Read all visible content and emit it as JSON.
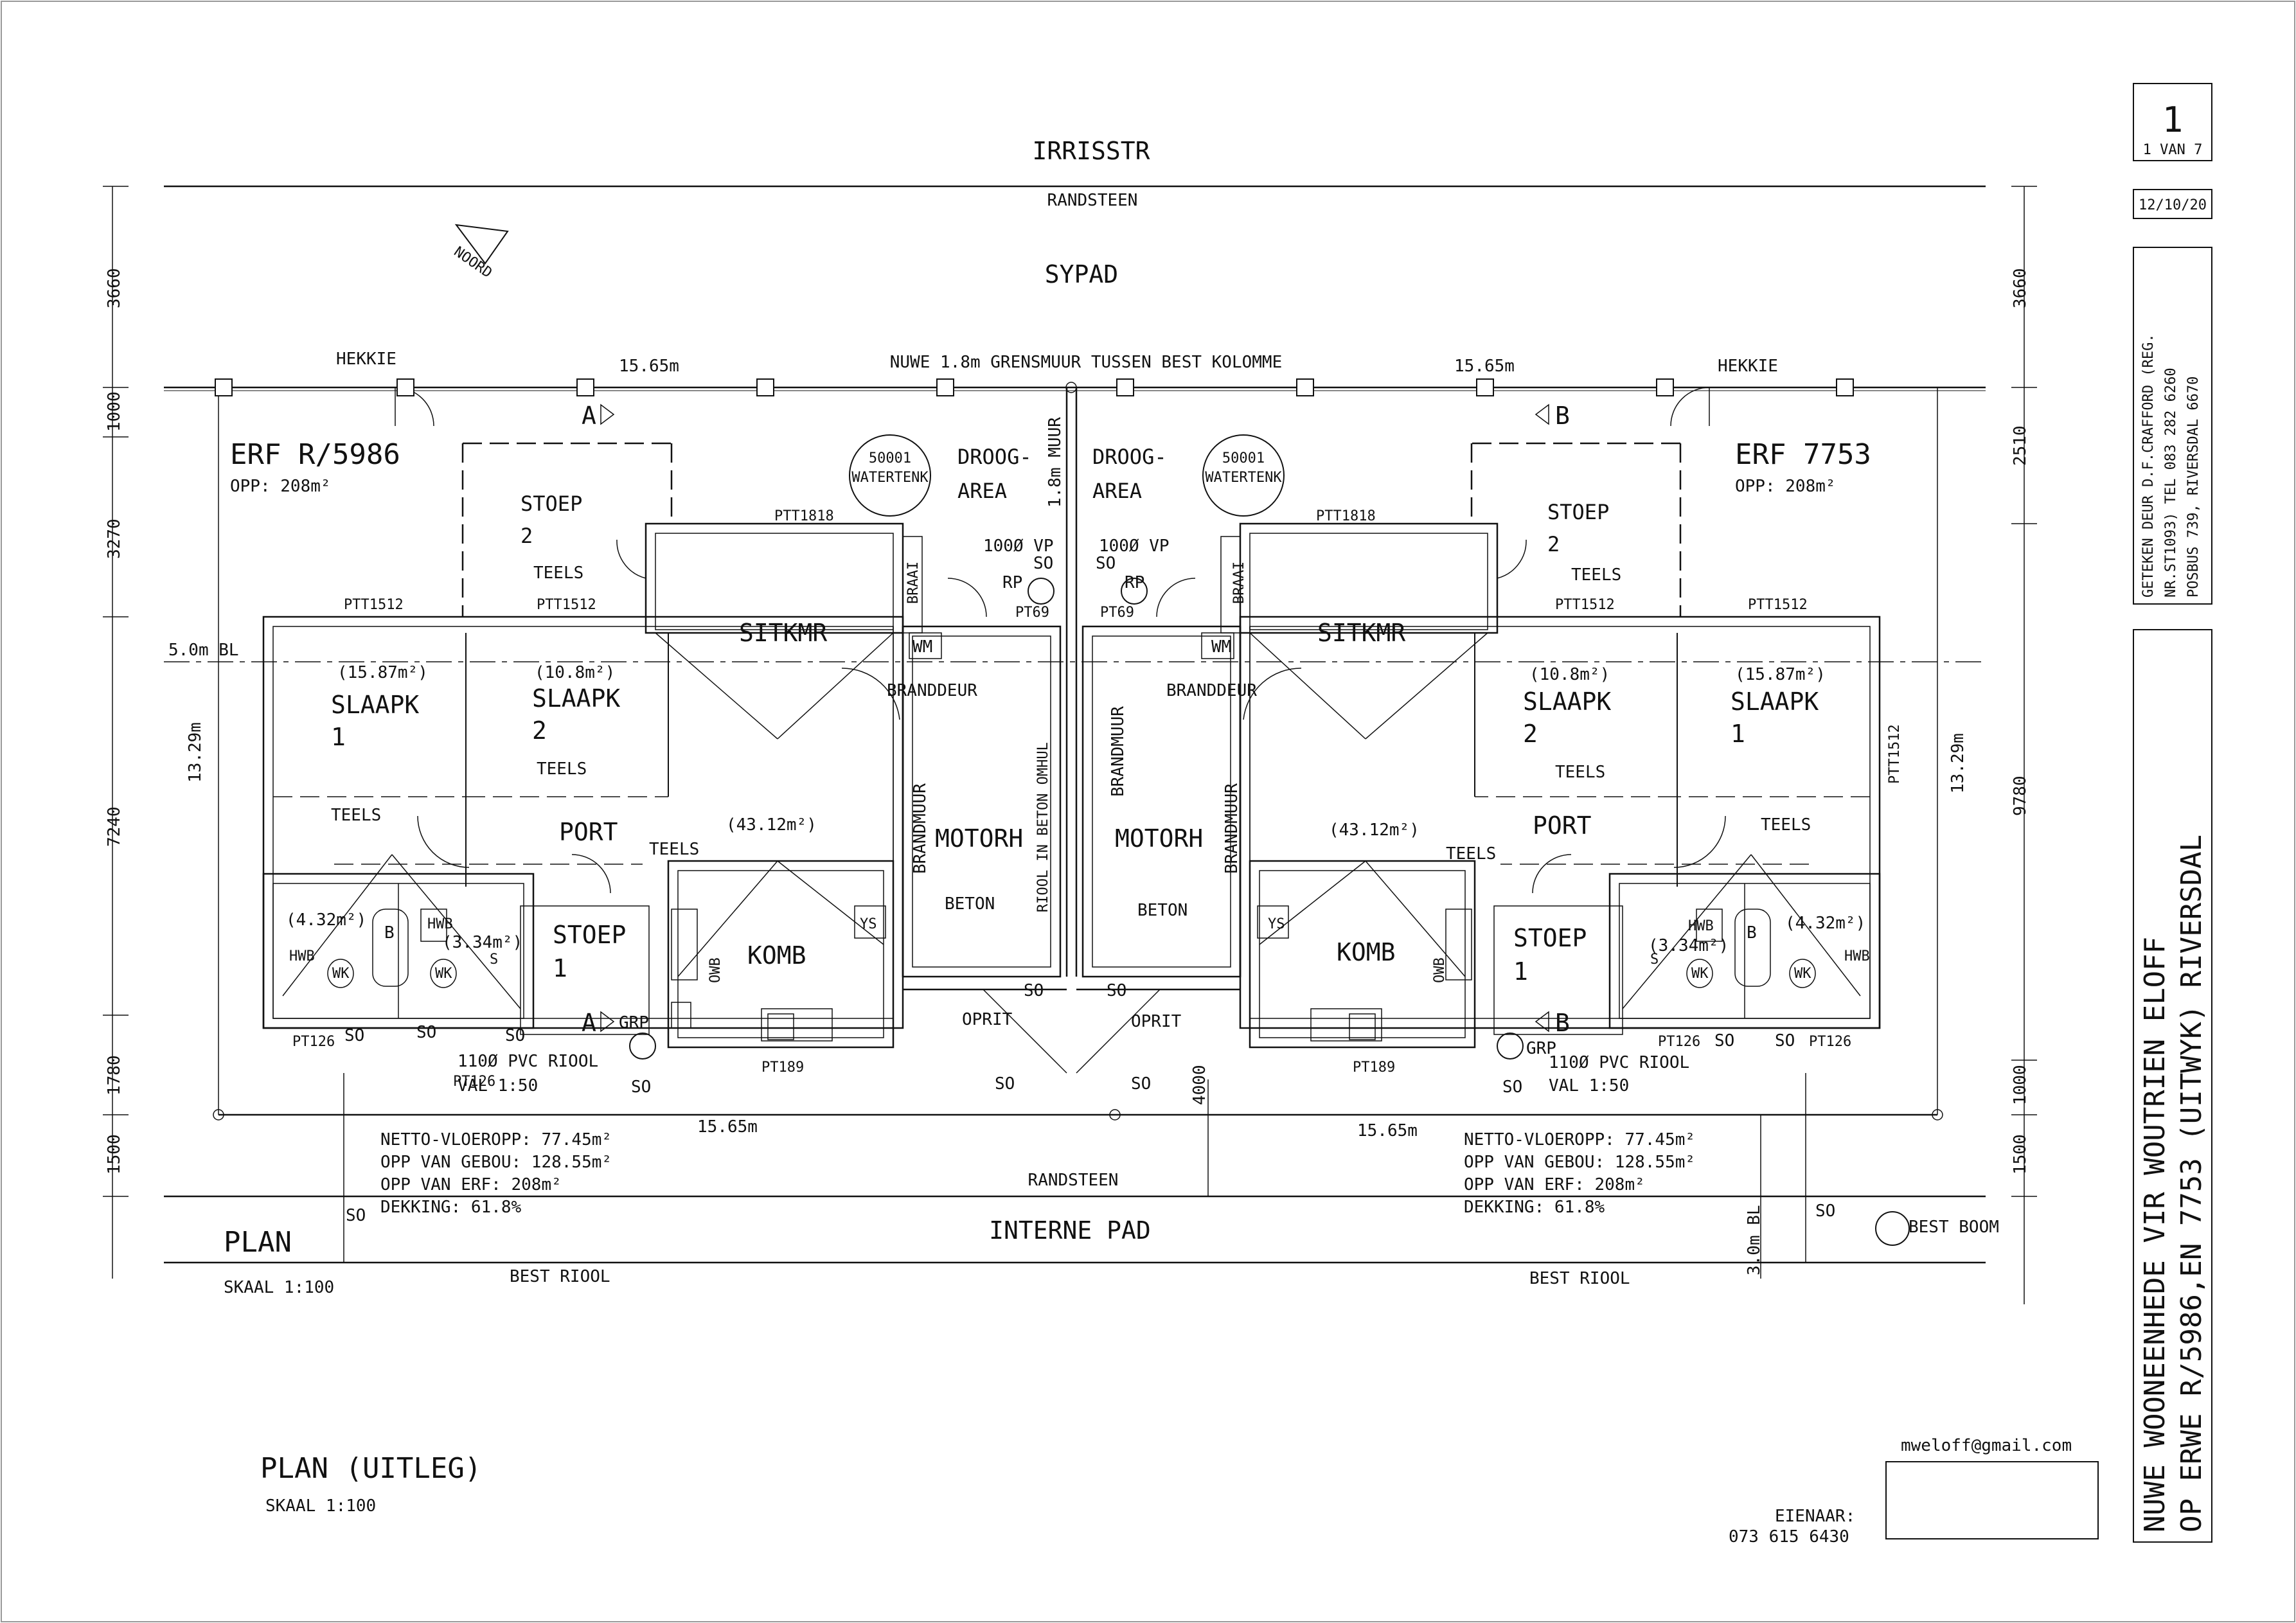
{
  "street": "IRRISSTR",
  "kerb_top": "RANDSTEEN",
  "sidewalk": "SYPAD",
  "north": "NOORD",
  "boundary_wall": "NUWE 1.8m GRENSMUUR TUSSEN BEST KOLOMME",
  "wall_len_left": "15.65m",
  "wall_len_right": "15.65m",
  "gate_left": "HEKKIE",
  "gate_right": "HEKKIE",
  "section_a": "A",
  "section_b": "B",
  "building_line": "5.0m BL",
  "mid_wall": "1.8m MUUR",
  "sewer_note": "RIOOL IN BETON OMHUL",
  "left_unit": {
    "erf": "ERF R/5986",
    "area": "OPP: 208m²",
    "tank_num": "50001",
    "tank_label": "WATERTENK",
    "drying": [
      "DROOG-",
      "AREA"
    ],
    "stoep2": [
      "STOEP",
      "2"
    ],
    "stoep2_floor": "TEELS",
    "ptt1818": "PTT1818",
    "ptt1512a": "PTT1512",
    "ptt1512b": "PTT1512",
    "sitkmr": "SITKMR",
    "braai": "BRAAI",
    "vp": "100Ø VP",
    "so1": "SO",
    "rp": "RP",
    "pt69": "PT69",
    "wm": "WM",
    "branddeur": "BRANDDEUR",
    "slaapk1_area": "(15.87m²)",
    "slaapk1": [
      "SLAAPK",
      "1"
    ],
    "slaapk2_area": "(10.8m²)",
    "slaapk2": [
      "SLAAPK",
      "2"
    ],
    "slaapk2_floor": "TEELS",
    "slaapk1_floor": "TEELS",
    "port": "PORT",
    "port_floor": "TEELS",
    "port_area": "(43.12m²)",
    "brandmuur": "BRANDMUUR",
    "motorh": "MOTORH",
    "motorh_floor": "BETON",
    "bath_area": "(4.32m²)",
    "wc_area": "(3.34m²)",
    "hwb1": "HWB",
    "hwb2": "HWB",
    "b": "B",
    "wk1": "WK",
    "wk2": "WK",
    "s": "S",
    "stoep1": [
      "STOEP",
      "1"
    ],
    "owb": "OWB",
    "komb": "KOMB",
    "ys": "YS",
    "grp": "GRP",
    "pt126a": "PT126",
    "pt126b": "PT126",
    "so2": "SO",
    "so3": "SO",
    "so4": "SO",
    "pt189": "PT189",
    "riool": "110Ø PVC RIOOL",
    "val": "VAL 1:50",
    "so5": "SO",
    "so6": "SO",
    "oprit": "OPRIT",
    "so7": "SO",
    "len_bottom": "15.65m",
    "stats": [
      "NETTO-VLOEROPP: 77.45m²",
      "OPP VAN GEBOU: 128.55m²",
      "OPP VAN ERF: 208m²",
      "DEKKING:  61.8%"
    ],
    "so8": "SO",
    "best_riool": "BEST RIOOL"
  },
  "right_unit": {
    "erf": "ERF 7753",
    "area": "OPP: 208m²",
    "tank_num": "50001",
    "tank_label": "WATERTENK",
    "drying": [
      "DROOG-",
      "AREA"
    ],
    "stoep2": [
      "STOEP",
      "2"
    ],
    "stoep2_floor": "TEELS",
    "ptt1818": "PTT1818",
    "ptt1512a": "PTT1512",
    "ptt1512b": "PTT1512",
    "ptt1512c": "PTT1512",
    "sitkmr": "SITKMR",
    "braai": "BRAAI",
    "vp": "100Ø VP",
    "so1": "SO",
    "rp": "RP",
    "pt69": "PT69",
    "wm": "WM",
    "branddeur": "BRANDDEUR",
    "slaapk1_area": "(15.87m²)",
    "slaapk1": [
      "SLAAPK",
      "1"
    ],
    "slaapk2_area": "(10.8m²)",
    "slaapk2": [
      "SLAAPK",
      "2"
    ],
    "slaapk2_floor": "TEELS",
    "slaapk1_floor": "TEELS",
    "port": "PORT",
    "port_floor": "TEELS",
    "port_area": "(43.12m²)",
    "brandmuur": "BRANDMUUR",
    "brandmuur2": "BRANDMUUR",
    "motorh": "MOTORH",
    "motorh_floor": "BETON",
    "bath_area": "(4.32m²)",
    "wc_area": "(3.34m²)",
    "hwb1": "HWB",
    "hwb2": "HWB",
    "b": "B",
    "wk1": "WK",
    "wk2": "WK",
    "s": "S",
    "stoep1": [
      "STOEP",
      "1"
    ],
    "owb": "OWB",
    "komb": "KOMB",
    "ys": "YS",
    "grp": "GRP",
    "pt126a": "PT126",
    "pt126b": "PT126",
    "so2": "SO",
    "so3": "SO",
    "pt189": "PT189",
    "riool": "110Ø PVC RIOOL",
    "val": "VAL 1:50",
    "so5": "SO",
    "so6": "SO",
    "oprit": "OPRIT",
    "so7": "SO",
    "len_bottom": "15.65m",
    "stats": [
      "NETTO-VLOEROPP: 77.45m²",
      "OPP VAN GEBOU: 128.55m²",
      "OPP VAN ERF: 208m²",
      "DEKKING:  61.8%"
    ],
    "so8": "SO",
    "best_riool": "BEST RIOOL",
    "bl": "3.0m BL",
    "best_boom": "BEST BOOM"
  },
  "dims_left": [
    "3660",
    "1000",
    "3270",
    "7240",
    "1780",
    "1500"
  ],
  "dims_right": [
    "3660",
    "2510",
    "9780",
    "1000",
    "1500"
  ],
  "depth_left": "13.29m",
  "depth_right": "13.29m",
  "dim_4000": "4000",
  "kerb_bottom": "RANDSTEEN",
  "internal_road": "INTERNE PAD",
  "plan_title": "PLAN",
  "plan_scale": "SKAAL 1:100",
  "plan2_title": "PLAN (UITLEG)",
  "plan2_scale": "SKAAL 1:100",
  "email": "mweloff@gmail.com",
  "owner_label": "EIENAAR:",
  "owner_phone": "073 615 6430",
  "title_block": {
    "sheet_no": "1",
    "sheet_of": "1 VAN 7",
    "date": "12/10/20",
    "drawn_lines": [
      "GETEKEN DEUR D.F.CRAFFORD (REG.",
      "NR.ST1093) TEL 083 282 6260",
      "POSBUS 739, RIVERSDAL 6670"
    ],
    "project_lines": [
      "NUWE WOONEENHEDE VIR WOUTRIEN ELOFF",
      "OP ERWE R/5986,EN 7753 (UITWYK) RIVERSDAL"
    ]
  }
}
